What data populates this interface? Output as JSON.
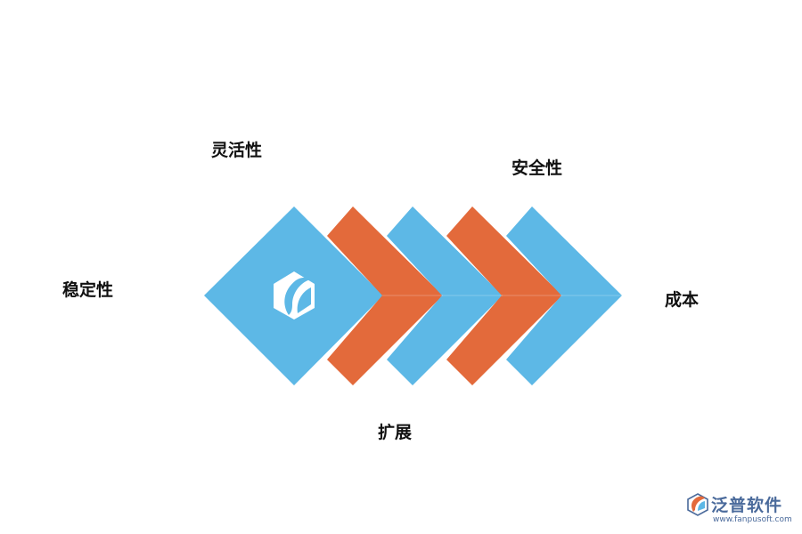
{
  "labels": {
    "stability": "稳定性",
    "flexibility": "灵活性",
    "security": "安全性",
    "cost": "成本",
    "extension": "扩展"
  },
  "watermark": {
    "brand_text": "泛普软件",
    "url": "www.fanpusoft.com"
  },
  "colors": {
    "blue": "#5db8e6",
    "orange": "#e36a3b",
    "watermark": "#4a6a9b",
    "background": "#ffffff"
  },
  "icons": {
    "center": "hexagon-leaf-logo-icon",
    "watermark": "fanpu-logo-icon"
  }
}
